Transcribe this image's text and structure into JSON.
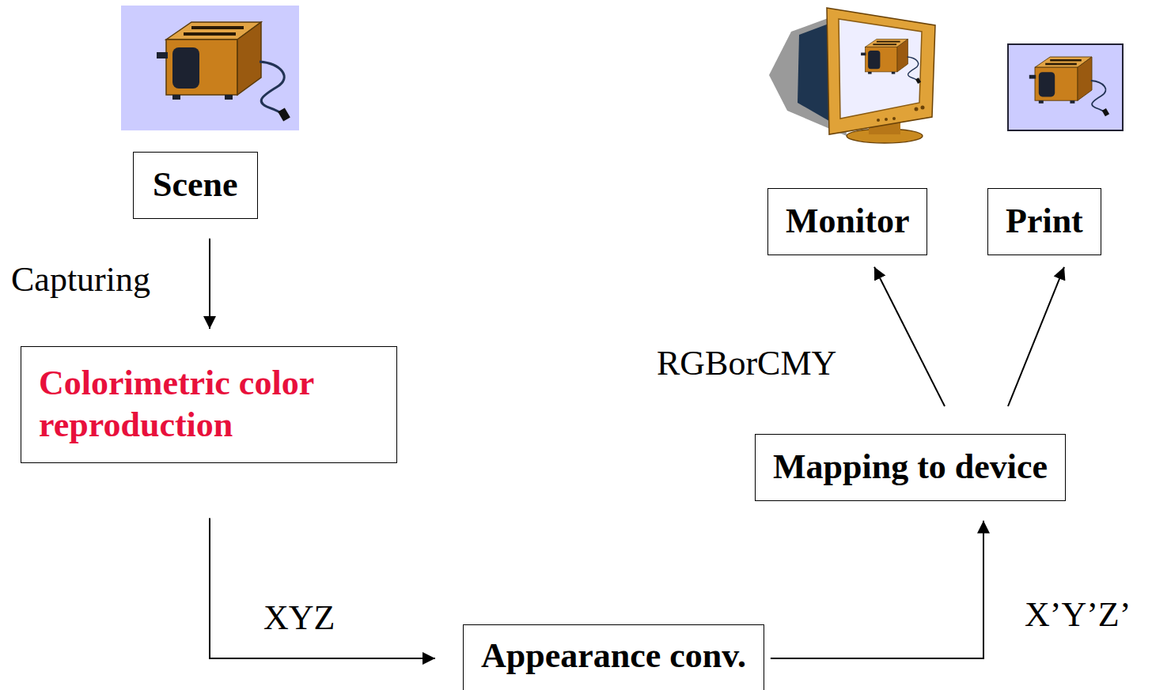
{
  "diagram": {
    "nodes": [
      {
        "text": [
          "Scene"
        ]
      },
      {
        "text": [
          "Colorimetric color reproduction"
        ]
      },
      {
        "text": [
          "Appearance conv."
        ]
      },
      {
        "text": [
          "Mapping to device"
        ]
      },
      {
        "text": [
          "Monitor"
        ]
      },
      {
        "text": [
          "Print"
        ]
      }
    ],
    "edges": [
      {
        "from": 0,
        "to": 1,
        "arrow": "to",
        "label": "Capturing"
      },
      {
        "from": 1,
        "to": 2,
        "arrow": "to",
        "label": "XYZ"
      },
      {
        "from": 2,
        "to": 3,
        "arrow": "to",
        "label": "X’Y’Z’"
      },
      {
        "from": 3,
        "to": 4,
        "arrow": "to",
        "label": "RGBorCMY"
      },
      {
        "from": 3,
        "to": 5,
        "arrow": "to"
      }
    ]
  }
}
